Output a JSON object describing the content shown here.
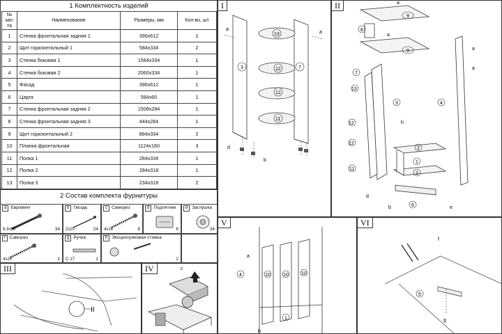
{
  "parts_section": {
    "title": "1 Комплектность изделий",
    "headers": {
      "num": "№ зап-та",
      "name": "Наименование",
      "size": "Размеры, мм",
      "qty": "Кол-во, шт"
    },
    "rows": [
      {
        "num": "1",
        "name": "Стенка фронтальная задняя 1",
        "size": "396x612",
        "qty": "1"
      },
      {
        "num": "2",
        "name": "Щит горизонтальный 1",
        "size": "584x334",
        "qty": "2"
      },
      {
        "num": "3",
        "name": "Стенка боковая 1",
        "size": "1584x334",
        "qty": "1"
      },
      {
        "num": "4",
        "name": "Стенка боковая 2",
        "size": "2060x334",
        "qty": "1"
      },
      {
        "num": "5",
        "name": "Фасад",
        "size": "396x612",
        "qty": "1"
      },
      {
        "num": "6",
        "name": "Царга",
        "size": "584x60",
        "qty": "1"
      },
      {
        "num": "7",
        "name": "Стенка фронтальная задняя 2",
        "size": "1508x284",
        "qty": "1"
      },
      {
        "num": "8",
        "name": "Стенка фронтальная задняя 3",
        "size": "444x284",
        "qty": "1"
      },
      {
        "num": "9",
        "name": "Щит горизонтальный 2",
        "size": "884x334",
        "qty": "2"
      },
      {
        "num": "10",
        "name": "Планка фронтальная",
        "size": "1124x160",
        "qty": "3"
      },
      {
        "num": "11",
        "name": "Полка 1",
        "size": "284x334",
        "qty": "1"
      },
      {
        "num": "12",
        "name": "Полка 2",
        "size": "284x318",
        "qty": "1"
      },
      {
        "num": "13",
        "name": "Полка 3",
        "size": "234x318",
        "qty": "2"
      }
    ]
  },
  "hardware_section": {
    "title": "2 Состав комплекта фурнитуры",
    "items": [
      {
        "letter": "a",
        "name": "Евровинт",
        "size": "6,3x50",
        "qty": "34",
        "icon": "euroscrew-icon"
      },
      {
        "letter": "b",
        "name": "Гвоздь",
        "size": "2x20",
        "qty": "24",
        "icon": "nail-icon"
      },
      {
        "letter": "c",
        "name": "Саморез",
        "size": "4x16",
        "qty": "8",
        "icon": "screw-icon"
      },
      {
        "letter": "d",
        "name": "Подпятник",
        "size": "",
        "qty": "6",
        "icon": "foot-pad-icon"
      },
      {
        "letter": "e",
        "name": "Заглушка",
        "size": "",
        "qty": "34",
        "icon": "cap-icon"
      },
      {
        "letter": "f",
        "name": "Саморез",
        "size": "4x25",
        "qty": "2",
        "icon": "screw-icon"
      },
      {
        "letter": "g",
        "name": "Ручка",
        "size": "С-17",
        "qty": "1",
        "icon": "handle-icon"
      },
      {
        "letter": "h",
        "name": "Эксцентриковая стяжка",
        "size": "",
        "qty": "2",
        "icon": "eccentric-tie-icon"
      }
    ]
  },
  "steps": {
    "I": {
      "label": "I",
      "numbers": [
        "13",
        "12",
        "12",
        "11",
        "3",
        "7"
      ],
      "letters": [
        "a",
        "a",
        "d",
        "b"
      ]
    },
    "II": {
      "label": "II",
      "numbers": [
        "9",
        "8",
        "9",
        "7",
        "13",
        "3",
        "4",
        "12",
        "12",
        "11",
        "2",
        "1",
        "2",
        "6"
      ],
      "letters": [
        "a",
        "a",
        "a",
        "a",
        "h",
        "d",
        "b",
        "e"
      ]
    },
    "III": {
      "label": "III",
      "callout": "II"
    },
    "IV": {
      "label": "IV",
      "letters": [
        "c"
      ]
    },
    "V": {
      "label": "V",
      "numbers": [
        "4",
        "10",
        "10",
        "10",
        "1"
      ],
      "letters": [
        "a",
        "b"
      ]
    },
    "VI": {
      "label": "VI",
      "numbers": [
        "5"
      ],
      "letters": [
        "f",
        "g"
      ]
    }
  }
}
